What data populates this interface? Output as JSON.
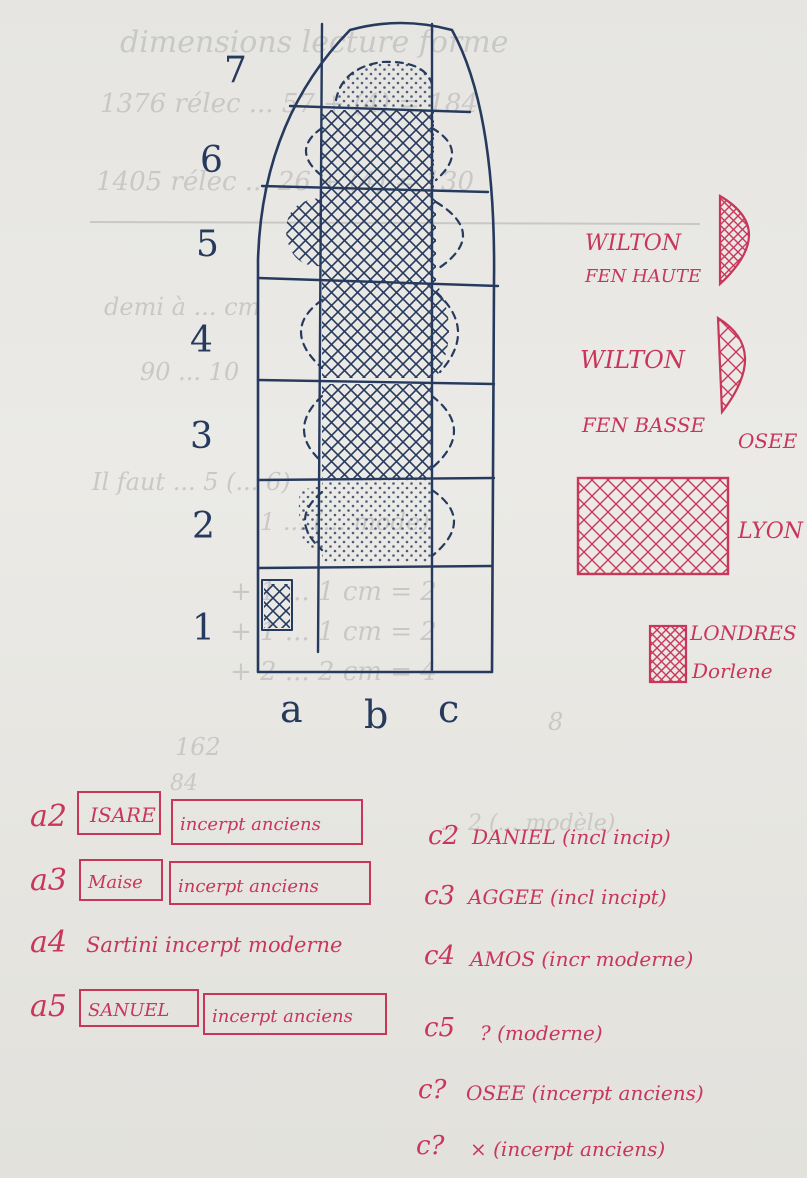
{
  "colors": {
    "paper": "#e8e7e3",
    "blue_ink": "#263a5e",
    "red_ink": "#c8365a",
    "ghost_ink": "#c9c8c6"
  },
  "bleed_through": [
    "dimensions lecture forme",
    "1376 rélec ... 57 + (4) = 184",
    "1405 rélec ... 26 + (4) = 130",
    "demi à ... cm",
    "90 ... 10",
    "Il faut ... 5 (... 6)",
    "1 ... (... mode)",
    "+ 1 ... 1 cm = 2",
    "+ 1 ... 1 cm = 2",
    "+ 2 ... 2 cm = 4",
    "8",
    "162",
    "... 2 (... modèle)",
    "84"
  ],
  "diagram": {
    "row_labels": [
      "7",
      "6",
      "5",
      "4",
      "3",
      "2",
      "1"
    ],
    "col_labels": [
      "a",
      "b",
      "c"
    ]
  },
  "legend": [
    {
      "id": "wilton_haute",
      "lines": [
        "WILTON",
        "FEN HAUTE"
      ]
    },
    {
      "id": "wilton_basse",
      "lines": [
        "WILTON",
        "FEN BASSE"
      ]
    },
    {
      "id": "osee",
      "lines": [
        "OSEE"
      ]
    },
    {
      "id": "lyon",
      "lines": [
        "LYON"
      ]
    },
    {
      "id": "londres",
      "lines": [
        "LONDRES",
        "Dorlene"
      ]
    }
  ],
  "notes_left": [
    {
      "code": "a2",
      "boxes": [
        "ISARE",
        "incerpt anciens"
      ]
    },
    {
      "code": "a3",
      "boxes": [
        "Maise",
        "incerpt anciens"
      ]
    },
    {
      "code": "a4",
      "text": "Sartini incerpt moderne"
    },
    {
      "code": "a5",
      "boxes": [
        "SANUEL",
        "incerpt anciens"
      ]
    }
  ],
  "notes_right": [
    {
      "code": "c2",
      "text": "DANIEL (incl incip)"
    },
    {
      "code": "c3",
      "text": "AGGEE (incl incipt)"
    },
    {
      "code": "c4",
      "text": "AMOS (incr moderne)"
    },
    {
      "code": "c5",
      "text": "?  (moderne)"
    },
    {
      "code": "c?",
      "text": "OSEE (incerpt anciens)"
    },
    {
      "code": "c?",
      "text": "×  (incerpt anciens)"
    }
  ]
}
